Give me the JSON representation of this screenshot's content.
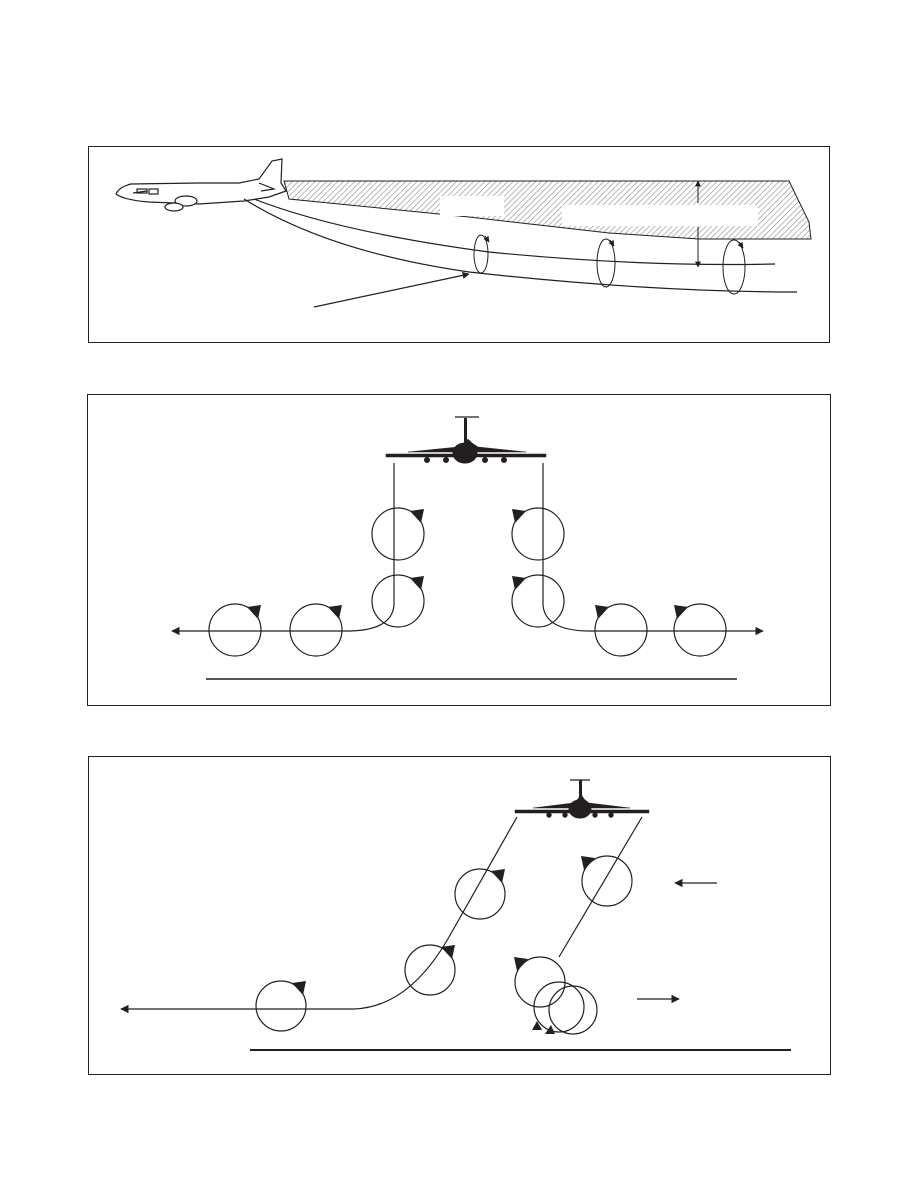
{
  "figure": {
    "colors": {
      "ink": "#231f20",
      "paper": "#ffffff",
      "hatch": "#8c8a8b"
    },
    "panels": [
      {
        "id": "wake-side-view",
        "labels": []
      },
      {
        "id": "vortex-movement-no-wind",
        "labels": []
      },
      {
        "id": "vortex-movement-crosswind",
        "labels": []
      }
    ]
  }
}
